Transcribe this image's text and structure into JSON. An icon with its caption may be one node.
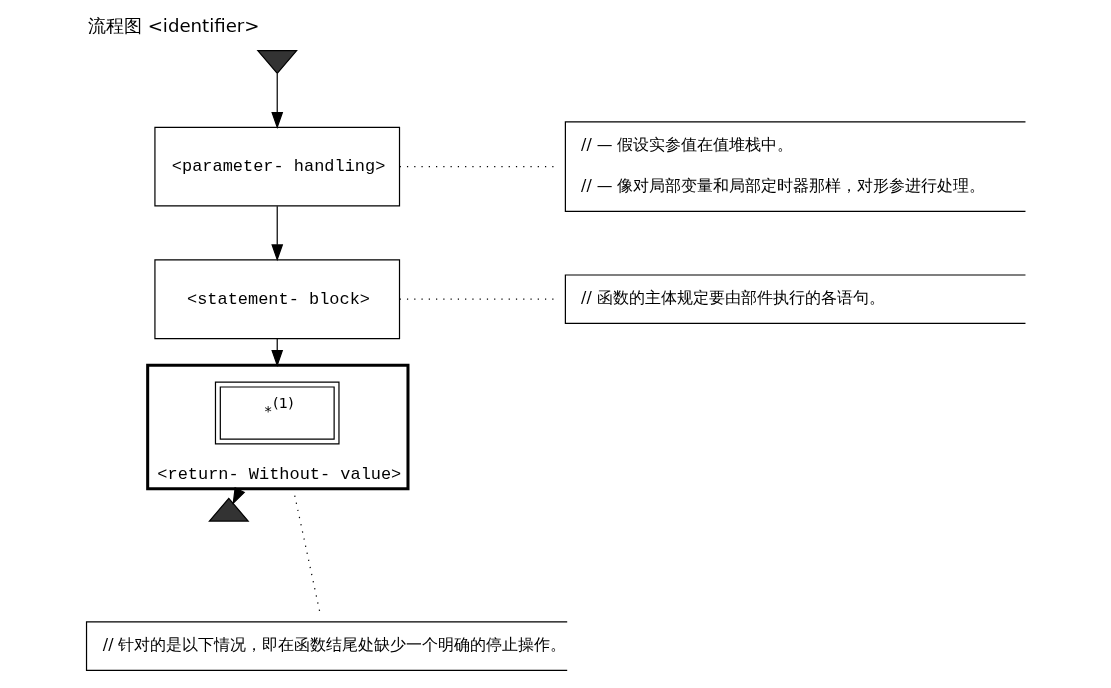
{
  "diagram": {
    "title": "流程图 <identifier>",
    "nodes": [
      {
        "text": [],
        "shape": "triangle"
      },
      {
        "text": [
          "<parameter- handling>"
        ]
      },
      {
        "text": [
          "<statement- block>"
        ]
      },
      {
        "text": [
          "<return- Without- value>"
        ]
      },
      {
        "text": [
          "*$^{(1)}$"
        ],
        "in": 3
      },
      {
        "text": [],
        "shape": "triangle"
      },
      {
        "text": [
          "// — 假设实参值在值堆栈中。",
          "// — 像对局部变量和局部定时器那样，对形参进行处理。"
        ]
      },
      {
        "text": [
          "// 函数的主体规定要由部件执行的各语句。"
        ]
      },
      {
        "text": [
          "// 针对的是以下情况，即在函数结尾处缺少一个明确的停止操作。"
        ]
      }
    ],
    "edges": [
      {
        "from": 0,
        "to": 1,
        "arrow": "to"
      },
      {
        "from": 1,
        "to": 2,
        "arrow": "to"
      },
      {
        "from": 2,
        "to": 3,
        "arrow": "to"
      },
      {
        "from": 3,
        "to": 5,
        "arrow": "to"
      },
      {
        "from": 1,
        "to": 6,
        "arrow": "none",
        "style": "dashed"
      },
      {
        "from": 2,
        "to": 7,
        "arrow": "none",
        "style": "dashed"
      },
      {
        "from": 3,
        "to": 8,
        "arrow": "none",
        "style": "dashed"
      }
    ]
  }
}
